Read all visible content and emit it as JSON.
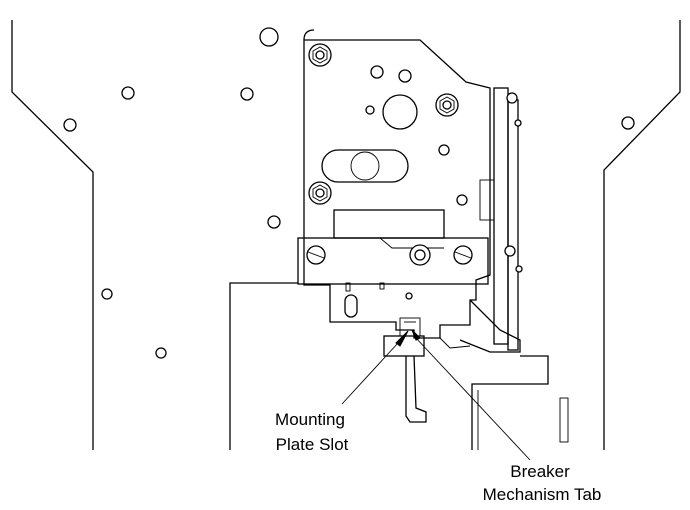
{
  "labels": {
    "mounting_plate_slot_line1": "Mounting",
    "mounting_plate_slot_line2": "Plate Slot",
    "breaker_tab_line1": "Breaker",
    "breaker_tab_line2": "Mechanism Tab"
  }
}
